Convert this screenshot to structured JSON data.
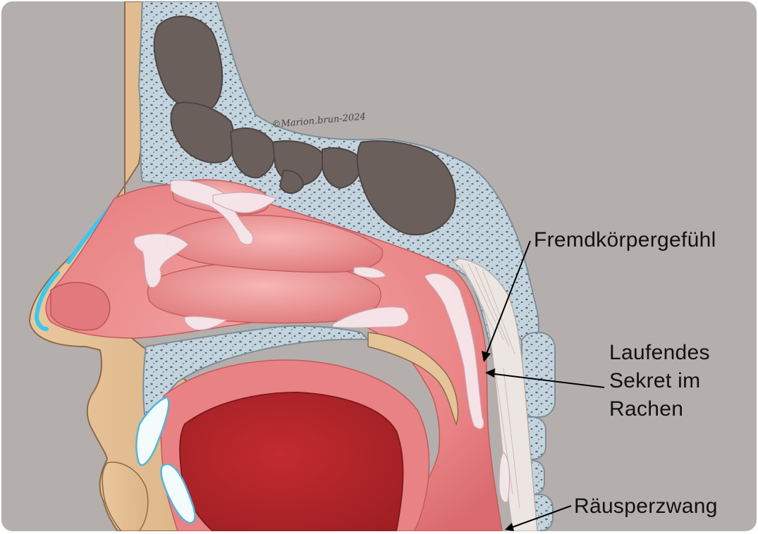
{
  "copyright": "©Marion.brun-2024",
  "labels": {
    "foreign_body_sensation": "Fremdkörpergefühl",
    "running_secretion": [
      "Laufendes",
      "Sekret im",
      "Rachen"
    ],
    "throat_clearing": "Räusperzwang"
  },
  "colors": {
    "background": "#b4afad",
    "skin": "#e6c49a",
    "bone": "#c2d2dc",
    "bone_pores": "#5f6b70",
    "sinus": "#6b5f5c",
    "mucosa": "#ec8f90",
    "oral_cavity": "#b5262a",
    "cartilage": "#3cc7ee"
  }
}
